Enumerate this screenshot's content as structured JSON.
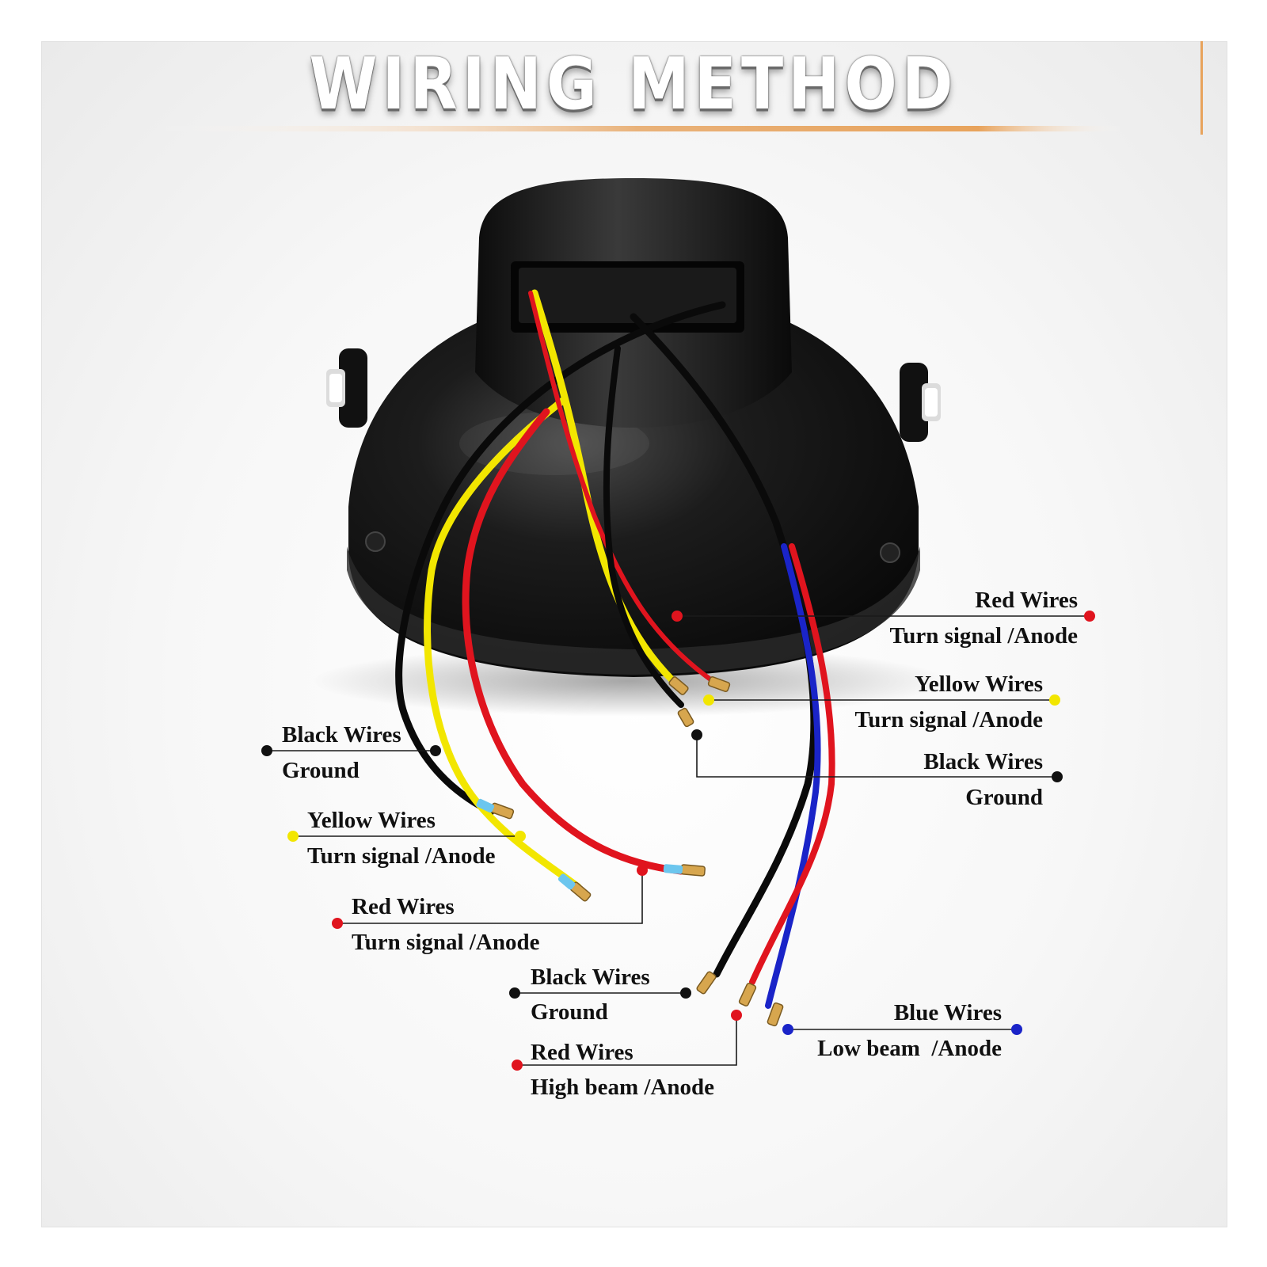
{
  "title": "WIRING METHOD",
  "colors": {
    "red": "#e0141e",
    "yellow": "#f2e600",
    "black": "#111111",
    "blue": "#1a24c8",
    "accent_bar": "#e8a35c"
  },
  "labels": {
    "red_turn_right": {
      "name": "Red Wires",
      "func": "Turn signal /Anode"
    },
    "yellow_turn_right": {
      "name": "Yellow Wires",
      "func": "Turn signal /Anode"
    },
    "black_ground_right": {
      "name": "Black Wires",
      "func": "Ground"
    },
    "black_ground_left": {
      "name": "Black Wires",
      "func": "Ground"
    },
    "yellow_turn_left": {
      "name": "Yellow Wires",
      "func": "Turn signal /Anode"
    },
    "red_turn_left": {
      "name": "Red Wires",
      "func": "Turn signal /Anode"
    },
    "black_ground_bottom": {
      "name": "Black Wires",
      "func": "Ground"
    },
    "red_high_beam": {
      "name": "Red Wires",
      "func": "High beam /Anode"
    },
    "blue_low_beam": {
      "name": "Blue Wires",
      "func": "Low beam  /Anode"
    }
  }
}
